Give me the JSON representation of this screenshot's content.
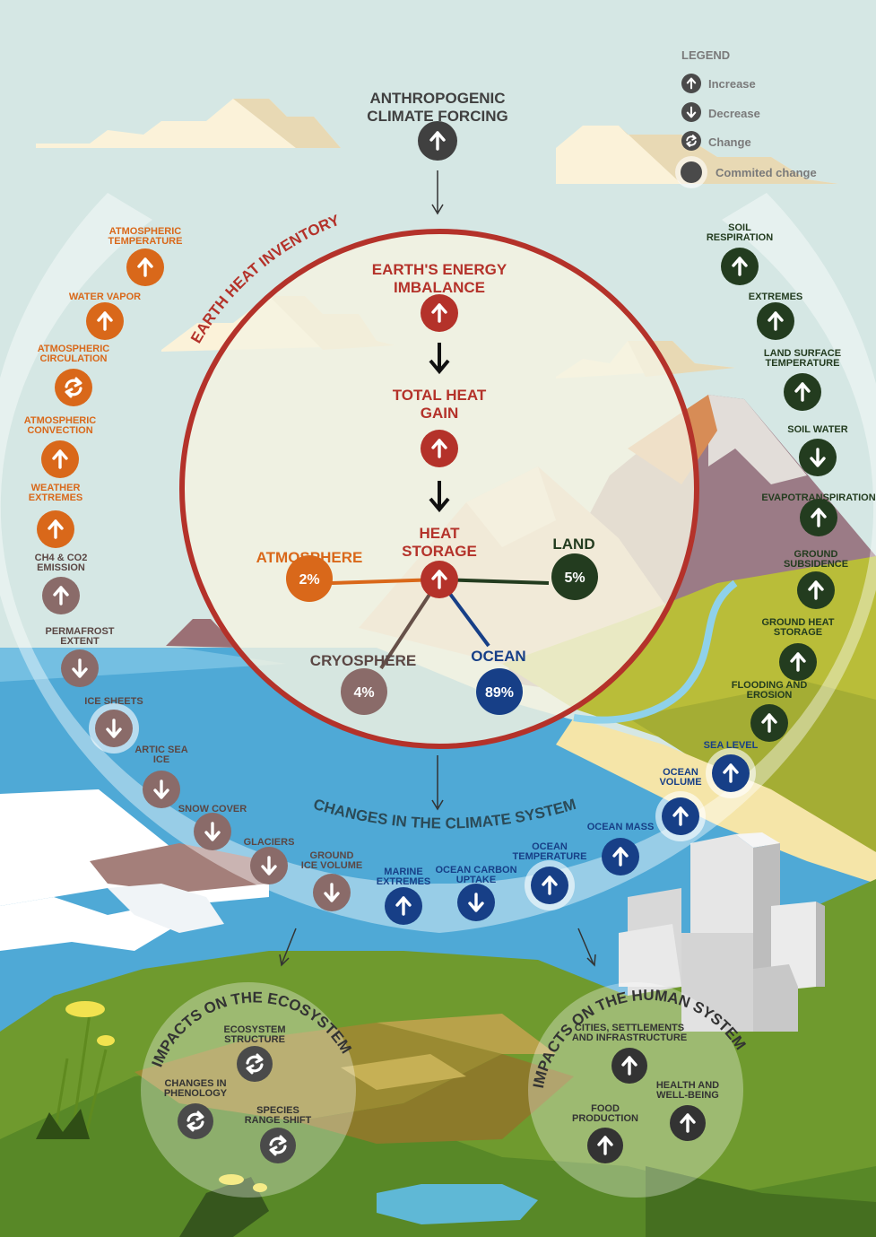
{
  "colors": {
    "sky": "#d5e7e4",
    "ocean": "#4fa9d6",
    "inventory_ring": "#b4322a",
    "atmosphere": "#d9681a",
    "cryosphere": "#8a6b69",
    "ocean_sphere": "#173f87",
    "land": "#233c1f",
    "forcing": "#404040"
  },
  "legend": {
    "title": "LEGEND",
    "items": [
      {
        "icon": "arrow-up-icon",
        "label": "Increase"
      },
      {
        "icon": "arrow-down-icon",
        "label": "Decrease"
      },
      {
        "icon": "refresh-icon",
        "label": "Change"
      },
      {
        "icon": "committed-halo-icon",
        "label": "Commited change"
      }
    ]
  },
  "forcing": {
    "line1": "ANTHROPOGENIC",
    "line2": "CLIMATE FORCING",
    "icon": "arrow-up-icon"
  },
  "inventory": {
    "title": "EARTH HEAT INVENTORY",
    "imbalance": {
      "line1": "EARTH'S ENERGY",
      "line2": "IMBALANCE"
    },
    "heat_gain": {
      "line1": "TOTAL HEAT",
      "line2": "GAIN"
    },
    "storage": {
      "line1": "HEAT",
      "line2": "STORAGE"
    },
    "components": {
      "atmosphere": {
        "label": "ATMOSPHERE",
        "value": "2%"
      },
      "land": {
        "label": "LAND",
        "value": "5%"
      },
      "cryosphere": {
        "label": "CRYOSPHERE",
        "value": "4%"
      },
      "ocean": {
        "label": "OCEAN",
        "value": "89%"
      }
    }
  },
  "changes": {
    "title": "CHANGES IN THE CLIMATE SYSTEM",
    "atmosphere_items": [
      {
        "lines": [
          "ATMOSPHERIC",
          "TEMPERATURE"
        ],
        "icon": "arrow-up-icon"
      },
      {
        "lines": [
          "WATER VAPOR"
        ],
        "icon": "arrow-up-icon"
      },
      {
        "lines": [
          "ATMOSPHERIC",
          "CIRCULATION"
        ],
        "icon": "refresh-icon"
      },
      {
        "lines": [
          "ATMOSPHERIC",
          "CONVECTION"
        ],
        "icon": "arrow-up-icon"
      },
      {
        "lines": [
          "WEATHER",
          "EXTREMES"
        ],
        "icon": "arrow-up-icon"
      }
    ],
    "cryosphere_items": [
      {
        "lines": [
          "CH4 & CO2",
          "EMISSION"
        ],
        "icon": "arrow-up-icon"
      },
      {
        "lines": [
          "PERMAFROST",
          "EXTENT"
        ],
        "icon": "arrow-down-icon"
      },
      {
        "lines": [
          "ICE SHEETS"
        ],
        "icon": "arrow-down-icon",
        "committed": true
      },
      {
        "lines": [
          "ARTIC SEA",
          "ICE"
        ],
        "icon": "arrow-down-icon"
      },
      {
        "lines": [
          "SNOW COVER"
        ],
        "icon": "arrow-down-icon"
      },
      {
        "lines": [
          "GLACIERS"
        ],
        "icon": "arrow-down-icon"
      },
      {
        "lines": [
          "GROUND",
          "ICE VOLUME"
        ],
        "icon": "arrow-down-icon"
      }
    ],
    "ocean_items": [
      {
        "lines": [
          "MARINE",
          "EXTREMES"
        ],
        "icon": "arrow-up-icon"
      },
      {
        "lines": [
          "OCEAN CARBON",
          "UPTAKE"
        ],
        "icon": "arrow-down-icon"
      },
      {
        "lines": [
          "OCEAN",
          "TEMPERATURE"
        ],
        "icon": "arrow-up-icon",
        "committed": true
      },
      {
        "lines": [
          "OCEAN MASS"
        ],
        "icon": "arrow-up-icon"
      },
      {
        "lines": [
          "OCEAN",
          "VOLUME"
        ],
        "icon": "arrow-up-icon",
        "committed": true
      },
      {
        "lines": [
          "SEA LEVEL"
        ],
        "icon": "arrow-up-icon",
        "committed": true
      }
    ],
    "land_items": [
      {
        "lines": [
          "SOIL",
          "RESPIRATION"
        ],
        "icon": "arrow-up-icon"
      },
      {
        "lines": [
          "EXTREMES"
        ],
        "icon": "arrow-up-icon"
      },
      {
        "lines": [
          "LAND SURFACE",
          "TEMPERATURE"
        ],
        "icon": "arrow-up-icon"
      },
      {
        "lines": [
          "SOIL WATER"
        ],
        "icon": "arrow-down-icon"
      },
      {
        "lines": [
          "EVAPOTRANSPIRATION"
        ],
        "icon": "arrow-up-icon"
      },
      {
        "lines": [
          "GROUND",
          "SUBSIDENCE"
        ],
        "icon": "arrow-up-icon"
      },
      {
        "lines": [
          "GROUND HEAT",
          "STORAGE"
        ],
        "icon": "arrow-up-icon"
      },
      {
        "lines": [
          "FLOODING AND",
          "EROSION"
        ],
        "icon": "arrow-up-icon"
      }
    ]
  },
  "ecosystem": {
    "title": "IMPACTS ON THE ECOSYSTEM",
    "items": [
      {
        "lines": [
          "ECOSYSTEM",
          "STRUCTURE"
        ],
        "icon": "refresh-icon"
      },
      {
        "lines": [
          "CHANGES IN",
          "PHENOLOGY"
        ],
        "icon": "refresh-icon"
      },
      {
        "lines": [
          "SPECIES",
          "RANGE SHIFT"
        ],
        "icon": "refresh-icon"
      }
    ]
  },
  "human": {
    "title": "IMPACTS ON THE HUMAN SYSTEM",
    "items": [
      {
        "lines": [
          "CITIES, SETTLEMENTS",
          "AND INFRASTRUCTURE"
        ],
        "icon": "arrow-up-icon"
      },
      {
        "lines": [
          "HEALTH AND",
          "WELL-BEING"
        ],
        "icon": "arrow-up-icon"
      },
      {
        "lines": [
          "FOOD",
          "PRODUCTION"
        ],
        "icon": "arrow-up-icon"
      }
    ]
  }
}
